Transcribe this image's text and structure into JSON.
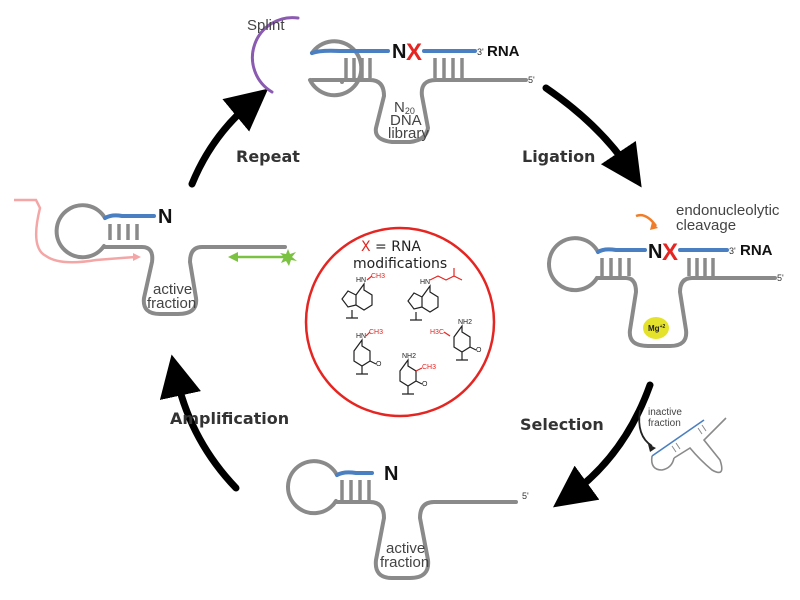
{
  "steps": {
    "repeat": "Repeat",
    "ligation": "Ligation",
    "selection": "Selection",
    "amplification": "Amplification"
  },
  "top_construct": {
    "splint_label": "Splint",
    "n_label": "N",
    "x_label": "X",
    "three_prime": "3'",
    "rna_label": "RNA",
    "five_prime": "5'",
    "library_line1": "N",
    "library_sub": "20",
    "library_line2": "DNA",
    "library_line3": "library"
  },
  "right_construct": {
    "cleavage_line1": "endonucleolytic",
    "cleavage_line2": "cleavage",
    "n_label": "N",
    "x_label": "X",
    "three_prime": "3'",
    "rna_label": "RNA",
    "five_prime": "5'",
    "mg_label": "Mg",
    "mg_sup": "+2"
  },
  "inactive": {
    "line1": "inactive",
    "line2": "fraction"
  },
  "bottom_construct": {
    "n_label": "N",
    "five_prime": "5'",
    "active_line1": "active",
    "active_line2": "fraction"
  },
  "left_construct": {
    "n_label": "N",
    "active_line1": "active",
    "active_line2": "fraction"
  },
  "center": {
    "x_label": "X",
    "title_rest": " = RNA",
    "title_line2": "modifications",
    "molecules": [
      "m6A",
      "i6A",
      "m4C",
      "m3C",
      "m5C"
    ]
  },
  "colors": {
    "dna": "#8a8a8a",
    "rna": "#4a7fc1",
    "modification": "#e52521",
    "splint": "#8a5bb0",
    "primer_fwd": "#f4a6a6",
    "primer_rev": "#7cc242",
    "mg": "#e5e22b",
    "cleavage_arrow": "#f07d2a"
  }
}
